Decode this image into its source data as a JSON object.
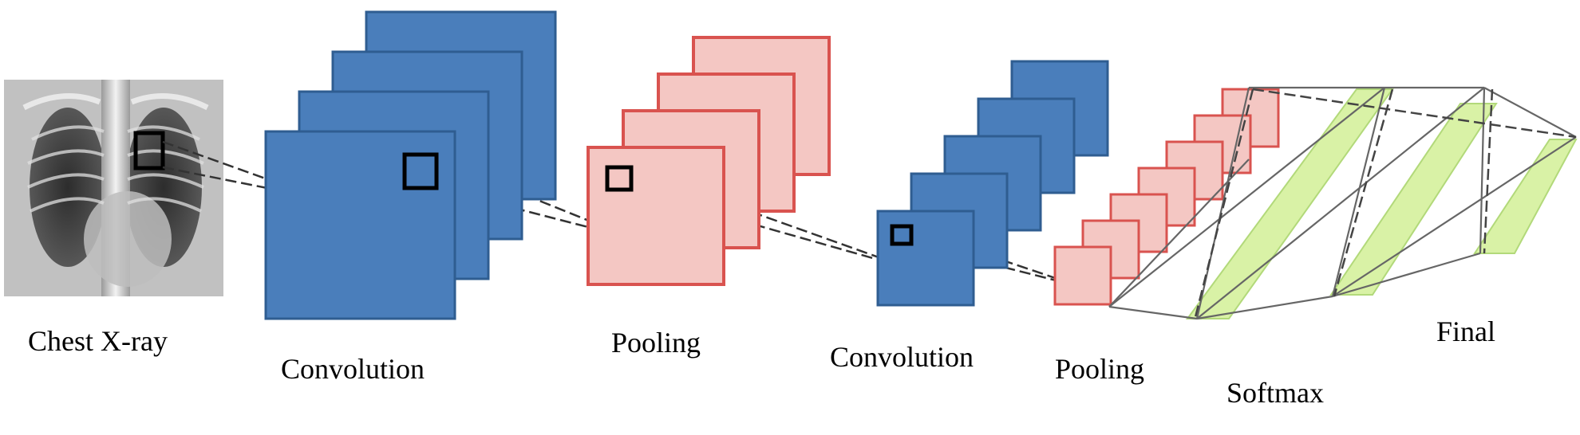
{
  "labels": {
    "input": "Chest X-ray",
    "conv1": "Convolution",
    "pool1": "Pooling",
    "conv2": "Convolution",
    "pool2": "Pooling",
    "softmax": "Softmax",
    "final": "Final"
  },
  "colors": {
    "conv_fill": "#4a7ebb",
    "conv_stroke": "#2f5d91",
    "pool_fill": "#f4c7c3",
    "pool_stroke": "#d9534f",
    "dense_fill": "#d9f2a6",
    "dense_stroke": "#b2d97a",
    "xray_dark": "#2b2b2b",
    "xray_light": "#d8d8d8"
  },
  "stacks": {
    "conv1": {
      "count": 4
    },
    "pool1": {
      "count": 4
    },
    "conv2": {
      "count": 5
    },
    "pool2": {
      "count": 7
    },
    "softmax": {
      "count": 3
    },
    "final": {
      "count": 1
    }
  }
}
